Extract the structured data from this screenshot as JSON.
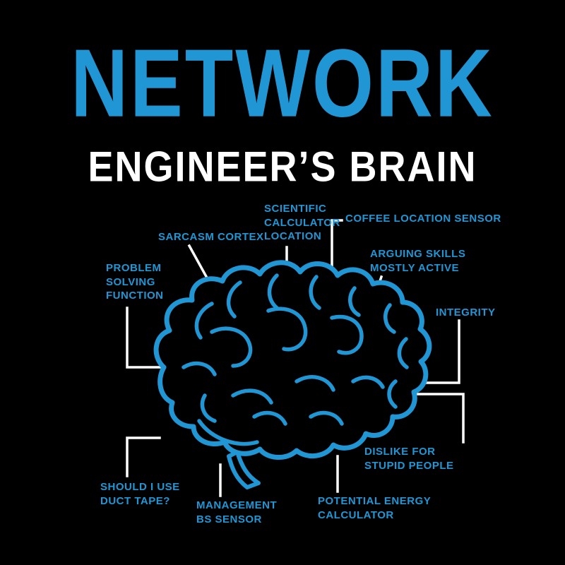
{
  "design": {
    "background": "#000000",
    "accent_blue": "#2196d4",
    "white": "#ffffff"
  },
  "title": {
    "line1": "NETWORK",
    "line2": "ENGINEER’S BRAIN"
  },
  "labels": {
    "problem_solving": "PROBLEM\nSOLVING\nFUNCTION",
    "sarcasm": "SARCASM CORTEX",
    "scientific": "SCIENTIFIC\nCALCULATOR\nLOCATION",
    "coffee": "COFFEE LOCATION SENSOR",
    "arguing": "ARGUING SKILLS\nMOSTLY ACTIVE",
    "integrity": "INTEGRITY",
    "dislike": "DISLIKE FOR\nSTUPID PEOPLE",
    "duct_tape": "SHOULD I USE\nDUCT TAPE?",
    "management": "MANAGEMENT\nBS SENSOR",
    "potential": "POTENTIAL ENERGY\nCALCULATOR"
  }
}
